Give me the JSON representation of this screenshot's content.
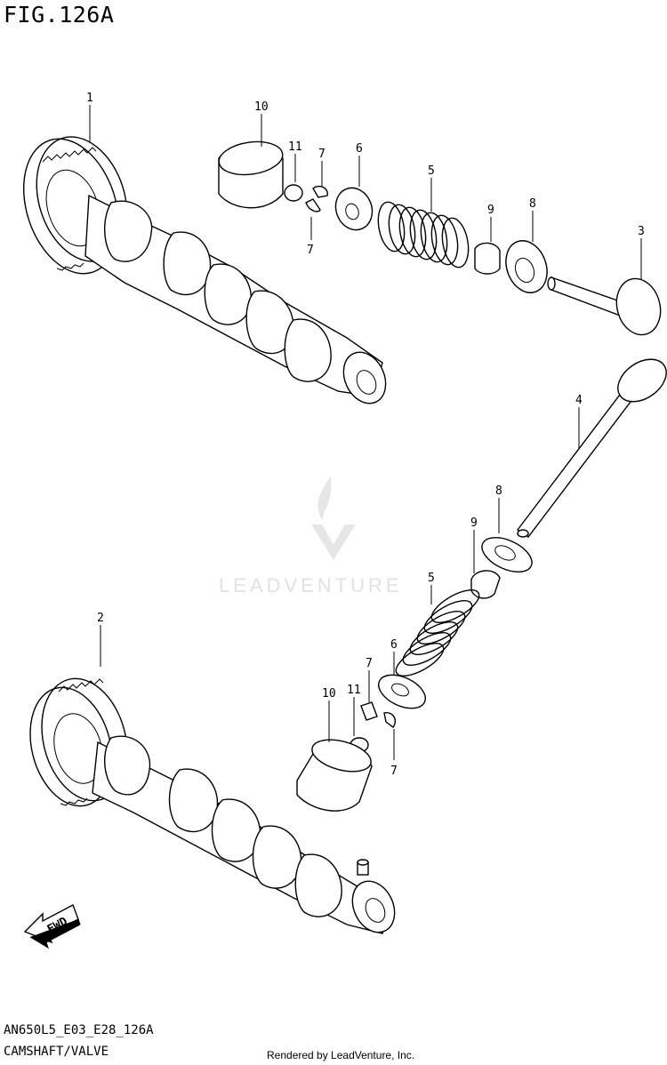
{
  "figure": {
    "title": "FIG.126A",
    "code": "AN650L5_E03_E28_126A",
    "name": "CAMSHAFT/VALVE"
  },
  "footer": {
    "credit": "Rendered by LeadVenture, Inc."
  },
  "watermark": {
    "text": "LEADVENTURE"
  },
  "fwd_arrow": {
    "label": "FWD"
  },
  "callouts": {
    "c1": "1",
    "c2": "2",
    "c3": "3",
    "c4": "4",
    "c5a": "5",
    "c5b": "5",
    "c6a": "6",
    "c6b": "6",
    "c7a": "7",
    "c7b": "7",
    "c7c": "7",
    "c7d": "7",
    "c8a": "8",
    "c8b": "8",
    "c9a": "9",
    "c9b": "9",
    "c10a": "10",
    "c10b": "10",
    "c11a": "11",
    "c11b": "11"
  }
}
